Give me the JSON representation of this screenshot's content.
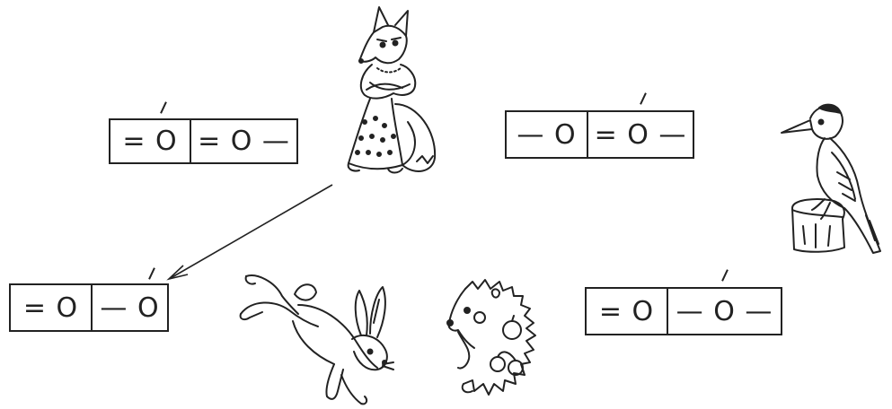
{
  "schemes": [
    {
      "id": "scheme-1",
      "cells": [
        {
          "text": "= O"
        },
        {
          "text": "= O —"
        }
      ]
    },
    {
      "id": "scheme-2",
      "cells": [
        {
          "text": "— O"
        },
        {
          "text": "= O —"
        }
      ]
    },
    {
      "id": "scheme-3",
      "cells": [
        {
          "text": "= O"
        },
        {
          "text": "— O"
        }
      ]
    },
    {
      "id": "scheme-4",
      "cells": [
        {
          "text": "= O"
        },
        {
          "text": "— O —"
        }
      ]
    }
  ],
  "animals": [
    {
      "icon": "fox-icon"
    },
    {
      "icon": "woodpecker-icon"
    },
    {
      "icon": "hare-icon"
    },
    {
      "icon": "hedgehog-icon"
    }
  ],
  "arrow": {
    "from": "fox-icon",
    "to": "scheme-3"
  }
}
